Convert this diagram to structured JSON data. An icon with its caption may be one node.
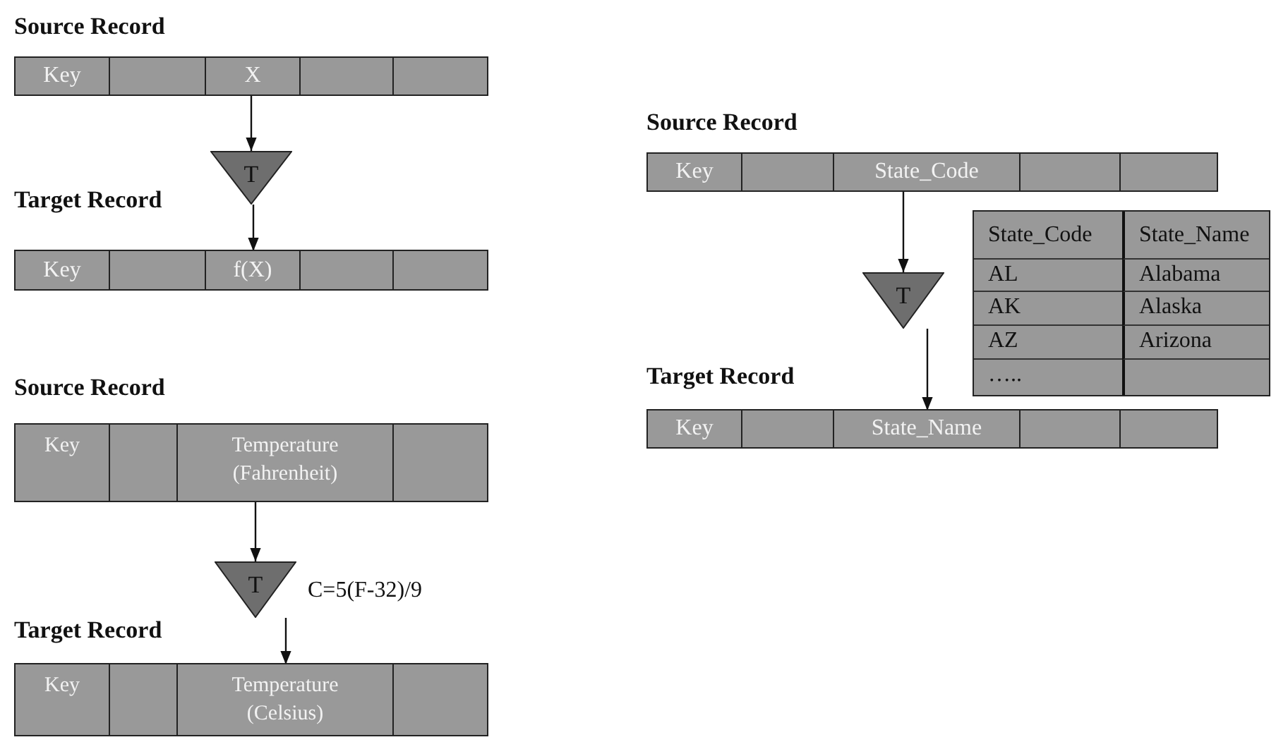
{
  "diagram": {
    "nodes": [
      {
        "text": [
          "Source Record"
        ]
      },
      {
        "text": [
          "Key"
        ],
        "in": 0
      },
      {
        "text": [],
        "shape": "box",
        "in": 0
      },
      {
        "text": [
          "X"
        ],
        "in": 0
      },
      {
        "text": [],
        "shape": "box",
        "in": 0
      },
      {
        "text": [],
        "shape": "box",
        "in": 0
      },
      {
        "text": [
          "T"
        ]
      },
      {
        "text": [
          "Target Record"
        ]
      },
      {
        "text": [
          "Key"
        ],
        "in": 7
      },
      {
        "text": [],
        "shape": "box",
        "in": 7
      },
      {
        "text": [
          "f(X)"
        ],
        "in": 7
      },
      {
        "text": [],
        "shape": "box",
        "in": 7
      },
      {
        "text": [],
        "shape": "box",
        "in": 7
      },
      {
        "text": [
          "Source Record"
        ]
      },
      {
        "text": [
          "Key"
        ],
        "in": 13
      },
      {
        "text": [],
        "shape": "box",
        "in": 13
      },
      {
        "text": [
          "State_Code"
        ],
        "in": 13
      },
      {
        "text": [],
        "shape": "box",
        "in": 13
      },
      {
        "text": [],
        "shape": "box",
        "in": 13
      },
      {
        "text": [
          "T"
        ]
      },
      {
        "text": [
          "Target Record"
        ]
      },
      {
        "text": [
          "Key"
        ],
        "in": 20
      },
      {
        "text": [],
        "shape": "box",
        "in": 20
      },
      {
        "text": [
          "State_Name"
        ],
        "in": 20
      },
      {
        "text": [],
        "shape": "box",
        "in": 20
      },
      {
        "text": [],
        "shape": "box",
        "in": 20
      },
      {
        "text": [
          "Source Record"
        ]
      },
      {
        "text": [
          "Key"
        ],
        "in": 26
      },
      {
        "text": [],
        "shape": "box",
        "in": 26
      },
      {
        "text": [
          "Temperature (Fahrenheit)"
        ],
        "in": 26
      },
      {
        "text": [],
        "shape": "box",
        "in": 26
      },
      {
        "text": [
          "T"
        ],
        "beside": [
          "C=5(F-32)/9"
        ]
      },
      {
        "text": [
          "Target Record"
        ]
      },
      {
        "text": [
          "Key"
        ],
        "in": 32
      },
      {
        "text": [],
        "shape": "box",
        "in": 32
      },
      {
        "text": [
          "Temperature (Celsius)"
        ],
        "in": 32
      },
      {
        "text": [],
        "shape": "box",
        "in": 32
      }
    ],
    "edges": [
      {
        "from": 3,
        "to": 6,
        "arrow": "to"
      },
      {
        "from": 6,
        "to": 10,
        "arrow": "to"
      },
      {
        "from": 16,
        "to": 19,
        "arrow": "to"
      },
      {
        "from": 19,
        "to": 23,
        "arrow": "to"
      },
      {
        "from": 29,
        "to": 31,
        "arrow": "to"
      },
      {
        "from": 31,
        "to": 35,
        "arrow": "to"
      }
    ],
    "labels": [
      "State_Code",
      "State_Name",
      "AL",
      "Alabama",
      "AK",
      "Alaska",
      "AZ",
      "Arizona",
      "….."
    ]
  }
}
